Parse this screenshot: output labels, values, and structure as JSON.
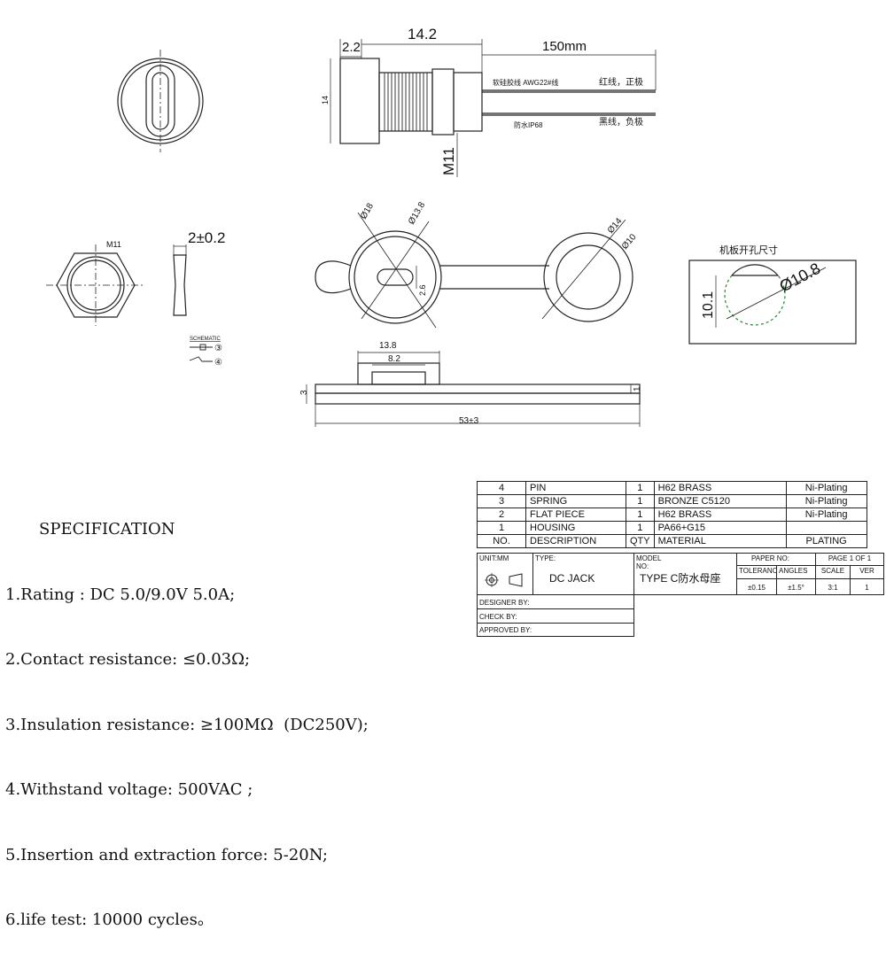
{
  "side_view": {
    "dim_2_2": "2.2",
    "dim_14_2": "14.2",
    "dim_150mm": "150mm",
    "dim_14": "14",
    "dim_m11": "M11",
    "wire_label": "软硅胶线 AWG22#线",
    "red_wire": "红线，正极",
    "black_wire": "黑线，负极",
    "waterproof": "防水IP68"
  },
  "nut_view": {
    "label_m11": "M11",
    "thickness": "2±0.2"
  },
  "schematic": {
    "title": "SCHEMATIC",
    "pin3": "③",
    "pin4": "④"
  },
  "cap_view": {
    "d18": "Ø18",
    "d13_8": "Ø13.8",
    "d14": "Ø14",
    "d10": "Ø10",
    "dim_2_6": "2.6"
  },
  "panel_cutout": {
    "title": "机板开孔尺寸",
    "diameter": "Ø10.8",
    "flat": "10.1"
  },
  "bottom_view": {
    "width_13_8": "13.8",
    "width_8_2": "8.2",
    "height_3": "3",
    "thickness_1": "1",
    "length": "53±3"
  },
  "specification": {
    "title": "SPECIFICATION",
    "items": [
      "1.Rating : DC 5.0/9.0V 5.0A;",
      "2.Contact resistance: ≤0.03Ω;",
      "3.Insulation resistance: ≥100MΩ  (DC250V);",
      "4.Withstand voltage: 500VAC ;",
      "5.Insertion and extraction force: 5-20N;",
      "6.life test: 10000 cycles。"
    ]
  },
  "bom": {
    "rows": [
      [
        "4",
        "PIN",
        "1",
        "H62 BRASS",
        "Ni-Plating"
      ],
      [
        "3",
        "SPRING",
        "1",
        "BRONZE C5120",
        "Ni-Plating"
      ],
      [
        "2",
        "FLAT PIECE",
        "1",
        "H62 BRASS",
        "Ni-Plating"
      ],
      [
        "1",
        "HOUSING",
        "1",
        "PA66+G15",
        ""
      ]
    ],
    "header": [
      "NO.",
      "DESCRIPTION",
      "QTY",
      "MATERIAL",
      "PLATING"
    ]
  },
  "title_block": {
    "unit": "UNIT:MM",
    "type_label": "TYPE:",
    "type_value": "DC     JACK",
    "model_label": "MODEL\nNO:",
    "model_value": "TYPE  C防水母座",
    "paper_no": "PAPER NO:",
    "page": "PAGE  1  OF  1",
    "tolerance": "TOLERANCE",
    "angles": "ANGLES",
    "scale": "SCALE",
    "ver": "VER",
    "tol_value": "±0.15",
    "angle_value": "±1.5°",
    "scale_value": "3:1",
    "ver_value": "1",
    "designer": "DESIGNER  BY:",
    "check": "CHECK  BY:",
    "approved": "APPROVED  BY:"
  }
}
